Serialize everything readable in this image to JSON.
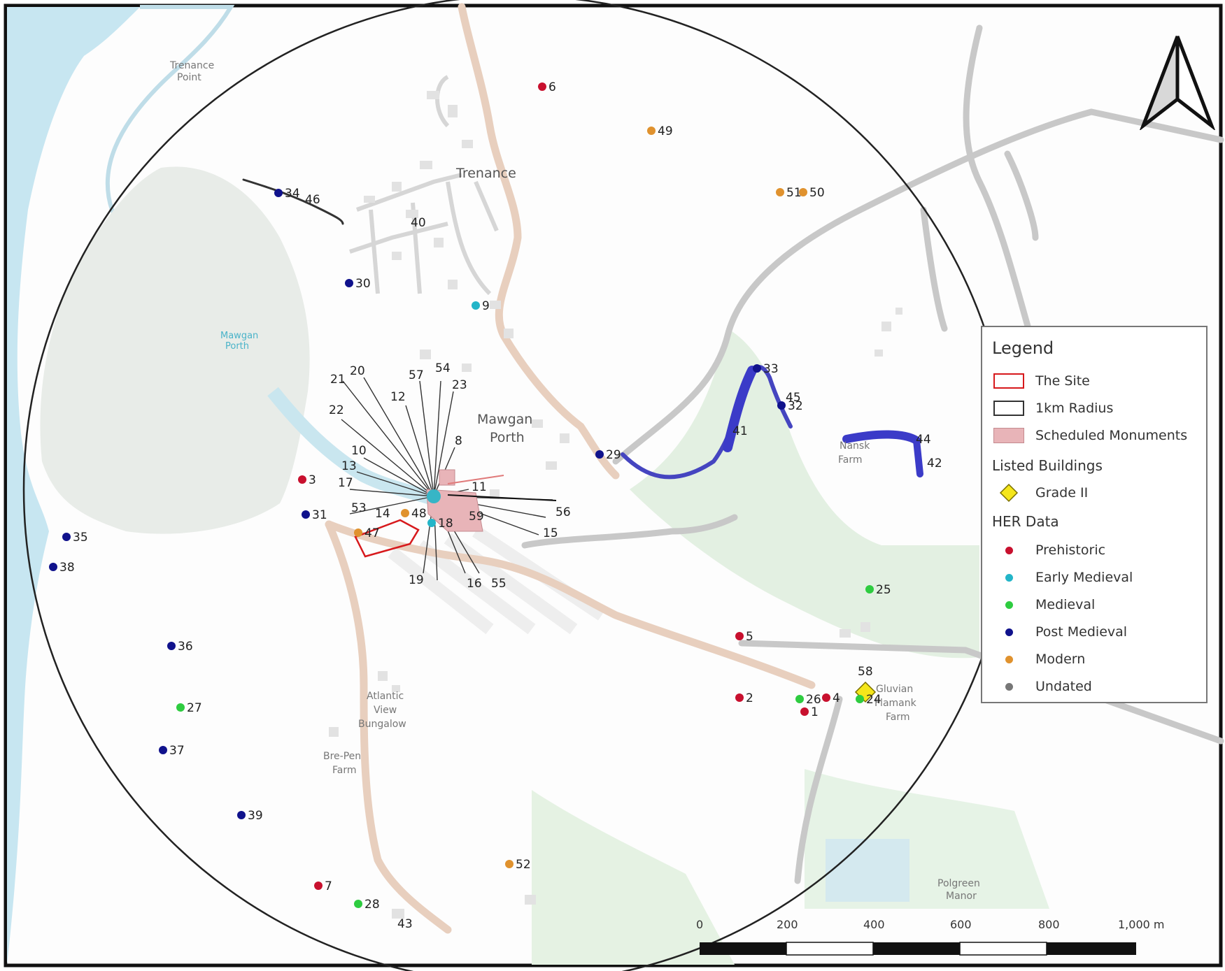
{
  "map": {
    "place_names": {
      "trenance_point": "Trenance Point",
      "trenance": "Trenance",
      "mawgan_porth": "Mawgan Porth",
      "mawgan_porth_water": "Mawgan Porth",
      "atlantic_view": "Atlantic View Bungalow",
      "bre_pen": "Bre-Pen Farm",
      "gluvian": "Gluvian Flamank Farm",
      "polgreen": "Polgreen Manor",
      "farm_east": "Farm"
    },
    "legend": {
      "title": "Legend",
      "items": [
        {
          "label": "The Site",
          "swatch": "site"
        },
        {
          "label": "1km Radius",
          "swatch": "radius"
        },
        {
          "label": "Scheduled Monuments",
          "swatch": "monument"
        }
      ],
      "listed_heading": "Listed Buildings",
      "listed_items": [
        {
          "label": "Grade II",
          "color": "#f5e61a"
        }
      ],
      "her_heading": "HER Data",
      "her_items": [
        {
          "label": "Prehistoric",
          "color": "#c8102e"
        },
        {
          "label": "Early Medieval",
          "color": "#23b5c8"
        },
        {
          "label": "Medieval",
          "color": "#2ecc40"
        },
        {
          "label": "Post Medieval",
          "color": "#10128c"
        },
        {
          "label": "Modern",
          "color": "#e0922e"
        },
        {
          "label": "Undated",
          "color": "#777777"
        }
      ]
    },
    "scale_bar": {
      "labels": [
        "0",
        "200",
        "400",
        "600",
        "800",
        "1,000 m"
      ]
    },
    "colors": {
      "site_outline": "#d7191c",
      "monument_fill": "#e8b4b8",
      "linear_feature": "#3b3bc8",
      "road": "#e6cfbd",
      "sea": "#bfe3ef",
      "green": "#dff0de"
    },
    "points": [
      {
        "id": "1",
        "period": "Prehistoric"
      },
      {
        "id": "2",
        "period": "Prehistoric"
      },
      {
        "id": "3",
        "period": "Prehistoric"
      },
      {
        "id": "4",
        "period": "Prehistoric"
      },
      {
        "id": "5",
        "period": "Prehistoric"
      },
      {
        "id": "6",
        "period": "Prehistoric"
      },
      {
        "id": "7",
        "period": "Prehistoric"
      },
      {
        "id": "9",
        "period": "Early Medieval"
      },
      {
        "id": "18",
        "period": "Early Medieval"
      },
      {
        "id": "24",
        "period": "Medieval"
      },
      {
        "id": "25",
        "period": "Medieval"
      },
      {
        "id": "26",
        "period": "Medieval"
      },
      {
        "id": "27",
        "period": "Medieval"
      },
      {
        "id": "28",
        "period": "Medieval"
      },
      {
        "id": "29",
        "period": "Post Medieval"
      },
      {
        "id": "30",
        "period": "Post Medieval"
      },
      {
        "id": "31",
        "period": "Post Medieval"
      },
      {
        "id": "32",
        "period": "Post Medieval"
      },
      {
        "id": "33",
        "period": "Post Medieval"
      },
      {
        "id": "34",
        "period": "Post Medieval"
      },
      {
        "id": "35",
        "period": "Post Medieval"
      },
      {
        "id": "36",
        "period": "Post Medieval"
      },
      {
        "id": "37",
        "period": "Post Medieval"
      },
      {
        "id": "38",
        "period": "Post Medieval"
      },
      {
        "id": "39",
        "period": "Post Medieval"
      },
      {
        "id": "47",
        "period": "Modern"
      },
      {
        "id": "48",
        "period": "Modern"
      },
      {
        "id": "49",
        "period": "Modern"
      },
      {
        "id": "50",
        "period": "Modern"
      },
      {
        "id": "51",
        "period": "Modern"
      },
      {
        "id": "52",
        "period": "Modern"
      }
    ],
    "cluster_labels": [
      "8",
      "10",
      "11",
      "12",
      "13",
      "14",
      "15",
      "16",
      "17",
      "19",
      "20",
      "21",
      "22",
      "23",
      "53",
      "54",
      "55",
      "56",
      "57",
      "59"
    ],
    "line_labels": [
      "40",
      "41",
      "42",
      "43",
      "44",
      "45",
      "46",
      "58"
    ]
  }
}
